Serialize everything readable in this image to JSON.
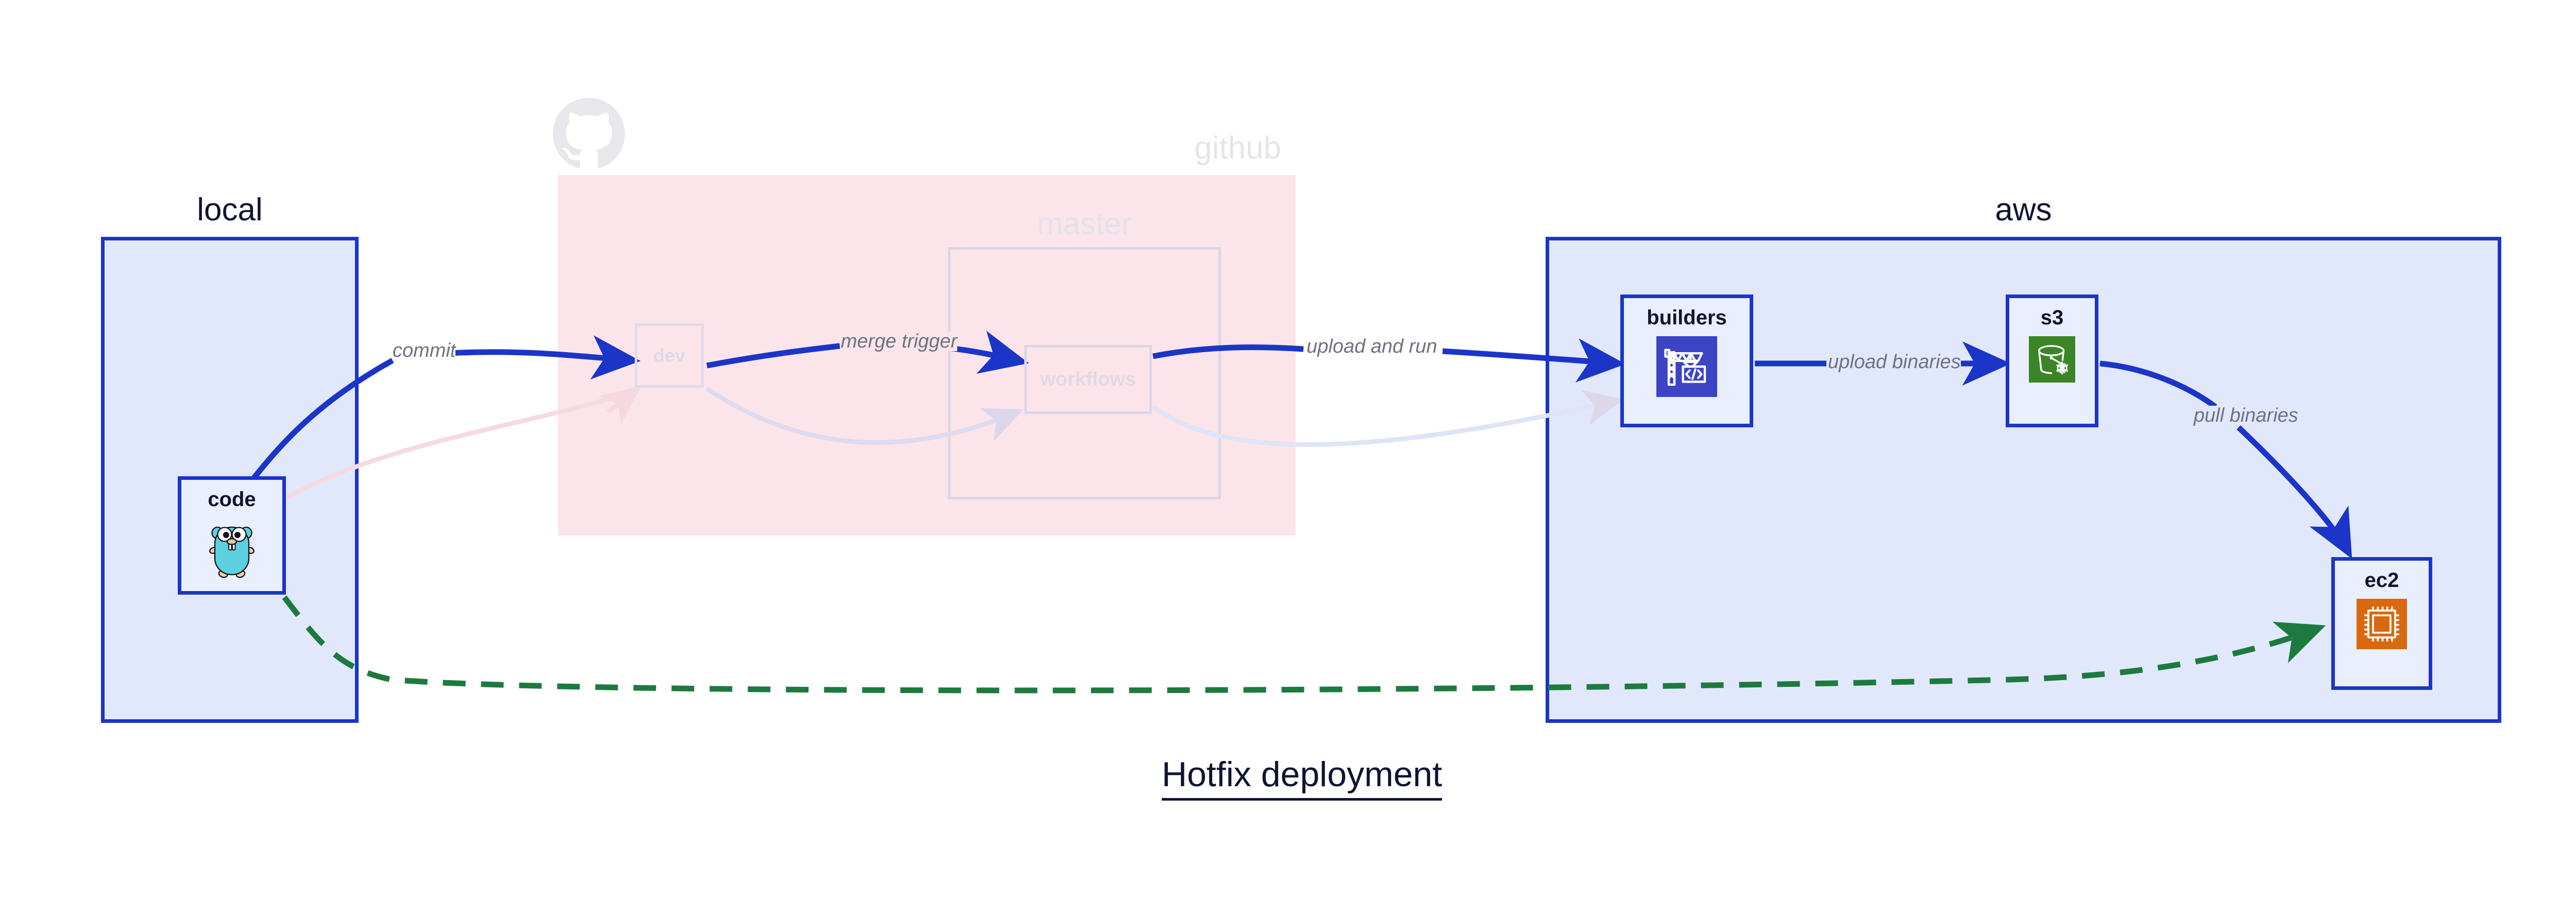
{
  "diagram": {
    "title": "Hotfix deployment",
    "type": "deployment-flow"
  },
  "groups": [
    {
      "id": "local",
      "label": "local",
      "style": "solid",
      "fill": "#e2e8fb",
      "stroke": "#1a35c8"
    },
    {
      "id": "github",
      "label": "github",
      "style": "faded",
      "fill": "#fbe5ea",
      "stroke": "#fbe5ea"
    },
    {
      "id": "master",
      "label": "master",
      "style": "faded",
      "fill": "#fbe5ea",
      "stroke": "#dcd6e6"
    },
    {
      "id": "aws",
      "label": "aws",
      "style": "solid",
      "fill": "#e2e8fb",
      "stroke": "#1a35c8"
    }
  ],
  "nodes": [
    {
      "id": "code",
      "label": "code",
      "icon": "go-gopher-icon",
      "group": "local",
      "state": "active"
    },
    {
      "id": "dev",
      "label": "dev",
      "icon": "none",
      "group": "github",
      "state": "faded"
    },
    {
      "id": "workflows",
      "label": "workflows",
      "icon": "none",
      "group": "master",
      "state": "faded"
    },
    {
      "id": "builders",
      "label": "builders",
      "icon": "aws-codebuild-icon",
      "group": "aws",
      "state": "active",
      "icon_color": "#3b44c4"
    },
    {
      "id": "s3",
      "label": "s3",
      "icon": "aws-s3-glacier-icon",
      "group": "aws",
      "state": "active",
      "icon_color": "#3c8527"
    },
    {
      "id": "ec2",
      "label": "ec2",
      "icon": "aws-ec2-icon",
      "group": "aws",
      "state": "active",
      "icon_color": "#d9690f"
    }
  ],
  "edges": [
    {
      "id": "e1",
      "from": "code",
      "to": "dev",
      "label": "commit",
      "style": "solid",
      "color": "#1a35c8"
    },
    {
      "id": "e2",
      "from": "dev",
      "to": "workflows",
      "label": "merge trigger",
      "style": "solid",
      "color": "#1a35c8"
    },
    {
      "id": "e3",
      "from": "workflows",
      "to": "builders",
      "label": "upload and run",
      "style": "solid",
      "color": "#1a35c8"
    },
    {
      "id": "e4",
      "from": "builders",
      "to": "s3",
      "label": "upload binaries",
      "style": "solid",
      "color": "#1a35c8"
    },
    {
      "id": "e5",
      "from": "s3",
      "to": "ec2",
      "label": "pull binaries",
      "style": "solid",
      "color": "#1a35c8"
    },
    {
      "id": "e6",
      "from": "code",
      "to": "ec2",
      "label": "",
      "style": "dashed",
      "color": "#1d7a3f"
    },
    {
      "id": "e7",
      "from": "code",
      "to": "dev",
      "label": "",
      "style": "faded-pink",
      "color": "#f7dde3"
    },
    {
      "id": "e8",
      "from": "dev",
      "to": "workflows",
      "label": "",
      "style": "faded",
      "color": "#dedaee"
    },
    {
      "id": "e9",
      "from": "workflows",
      "to": "builders",
      "label": "",
      "style": "faded",
      "color": "#dfe4f6"
    }
  ],
  "colors": {
    "group_blue_fill": "#e2e8fb",
    "group_blue_stroke": "#1a35c8",
    "group_pink_fill": "#fbe5ea",
    "node_fill": "#eaefff",
    "text_dark": "#101331",
    "edge_label": "#6e7280",
    "dashed_green": "#1d7a3f"
  }
}
